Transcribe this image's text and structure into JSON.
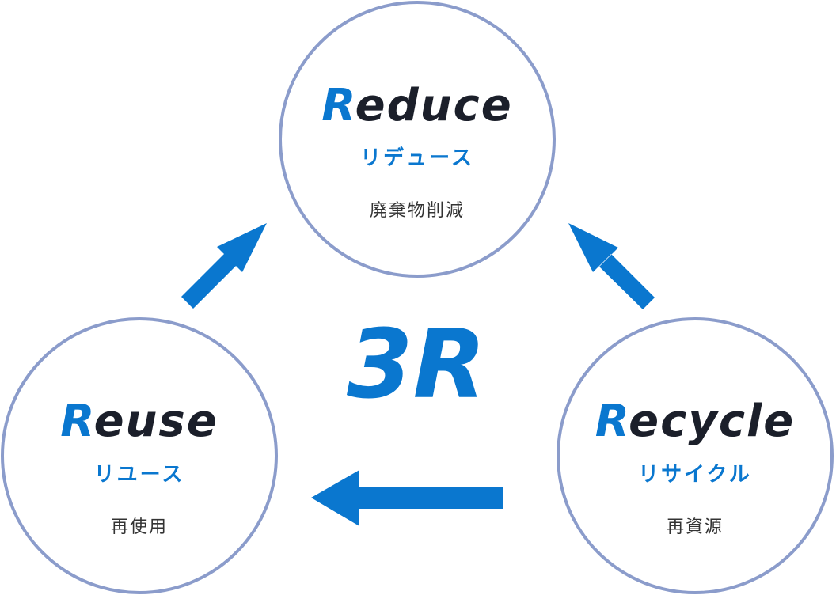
{
  "colors": {
    "accent": "#0a77cf",
    "ink": "#1b1f2a",
    "circle_stroke": "#8b9ccb",
    "subtext": "#333333"
  },
  "center_label": "3R",
  "circles": [
    {
      "key": "reduce",
      "initial": "R",
      "rest": "educe",
      "kana": "リデュース",
      "kanji": "廃棄物削減"
    },
    {
      "key": "reuse",
      "initial": "R",
      "rest": "euse",
      "kana": "リユース",
      "kanji": "再使用"
    },
    {
      "key": "recycle",
      "initial": "R",
      "rest": "ecycle",
      "kana": "リサイクル",
      "kanji": "再資源"
    }
  ],
  "arrows": [
    {
      "name": "arrow-reuse-to-reduce",
      "direction": "up-right"
    },
    {
      "name": "arrow-recycle-to-reduce",
      "direction": "up-left"
    },
    {
      "name": "arrow-recycle-to-reuse",
      "direction": "left"
    }
  ]
}
